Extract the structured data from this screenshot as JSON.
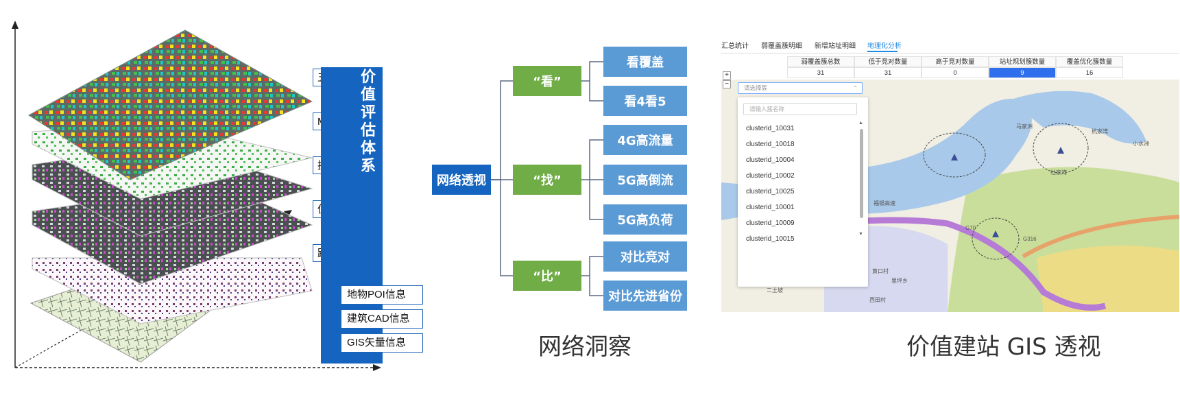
{
  "panel_layers": {
    "layer_tags": [
      "五高",
      "MR",
      "投诉",
      "仿真",
      "路测"
    ],
    "pillar_title": "价值评估体系",
    "info_boxes": [
      "地物POI信息",
      "建筑CAD信息",
      "GIS矢量信息"
    ]
  },
  "panel_tree": {
    "root": "网络透视",
    "branches": [
      {
        "label": "“看”",
        "leaves": [
          "看覆盖",
          "看4看5"
        ]
      },
      {
        "label": "“找”",
        "leaves": [
          "4G高流量",
          "5G高倒流",
          "5G高负荷"
        ]
      },
      {
        "label": "“比”",
        "leaves": [
          "对比竞对",
          "对比先进省份"
        ]
      }
    ],
    "caption": "网络洞察"
  },
  "panel_gis": {
    "tabs": [
      "汇总统计",
      "弱覆盖簇明细",
      "新增站址明细",
      "地理化分析"
    ],
    "active_tab": 3,
    "table_headers": [
      "弱覆盖簇总数",
      "低于竞对数量",
      "高于竞对数量",
      "站址规划簇数量",
      "覆盖优化簇数量"
    ],
    "table_values": [
      "31",
      "31",
      "0",
      "9",
      "16"
    ],
    "highlight_col": 3,
    "zoom_in": "+",
    "zoom_out": "−",
    "select_placeholder": "请选择簇",
    "select_chevron": "⌃",
    "search_placeholder": "请输入簇名称",
    "dropdown_items": [
      "clusterid_10031",
      "clusterid_10018",
      "clusterid_10004",
      "clusterid_10002",
      "clusterid_10025",
      "clusterid_10001",
      "clusterid_10009",
      "clusterid_10015"
    ],
    "map_labels": [
      "马家洲",
      "杜家湾",
      "杭家湾",
      "福银高速",
      "G70",
      "G316",
      "里坪乡",
      "西田村",
      "黄口村",
      "二土坡",
      "小水洲"
    ],
    "caption": "价值建站 GIS 透视"
  },
  "colors": {
    "blue": "#1565c0",
    "leaf": "#5b9bd5",
    "green": "#70ad47",
    "river": "#a9c9ea",
    "highway": "#b57bd6"
  }
}
